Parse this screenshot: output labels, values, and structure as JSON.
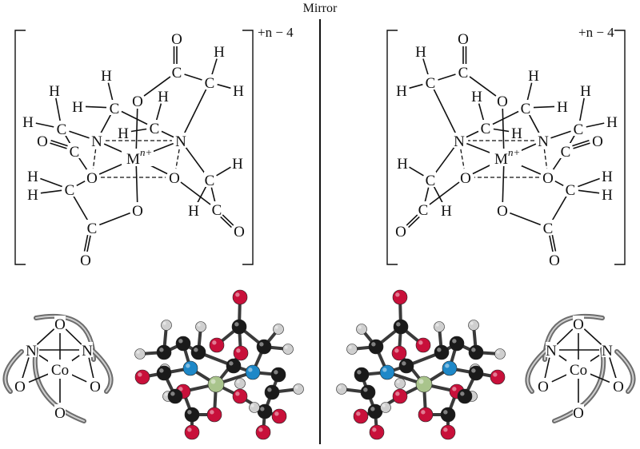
{
  "caption": {
    "mirror_label": "Mirror"
  },
  "charge_label": "+n − 4",
  "metal_label": "M",
  "metal_charge": "n+",
  "cobalt_label": "Co",
  "atom_symbols": {
    "nitrogen": "N",
    "oxygen": "O",
    "carbon": "C",
    "hydrogen": "H"
  },
  "colors": {
    "carbon": "#1a1a1a",
    "oxygen": "#c8103a",
    "nitrogen": "#1e88c8",
    "hydrogen": "#cfcfcf",
    "metal": "#a9c48c",
    "ribbon": "#6d6d6d"
  },
  "structures": [
    {
      "side": "left",
      "type": "line-formula"
    },
    {
      "side": "right",
      "type": "line-formula-mirror-image"
    }
  ]
}
